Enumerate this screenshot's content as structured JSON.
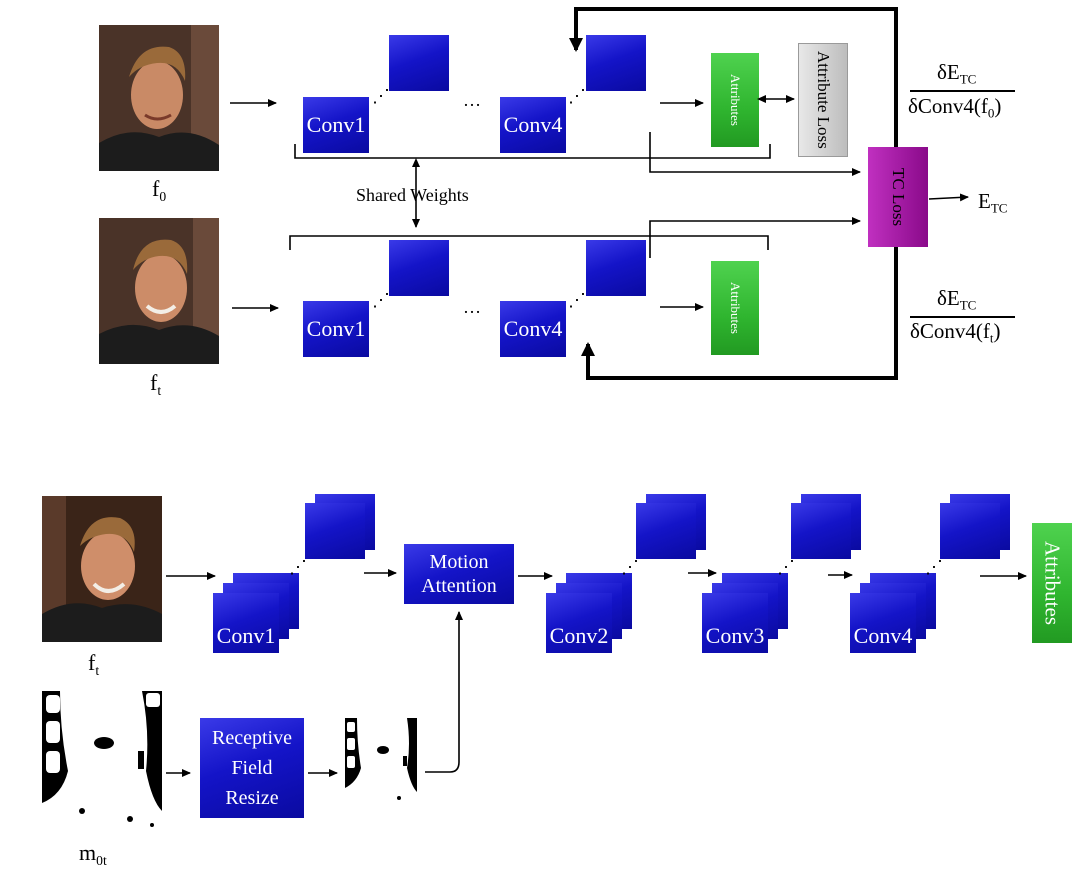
{
  "top": {
    "frame_f0": "f",
    "frame_f0_sub": "0",
    "frame_ft": "f",
    "frame_ft_sub": "t",
    "conv1": "Conv1",
    "conv4": "Conv4",
    "attributes": "Attributes",
    "attribute_loss": "Attribute Loss",
    "shared_weights": "Shared Weights",
    "tc_loss": "TC Loss",
    "e_tc": "E",
    "e_tc_sub": "TC",
    "grad_top_num": "δE",
    "grad_top_num_sub": "TC",
    "grad_top_den": "δConv4(f",
    "grad_top_den_sub": "0",
    "grad_top_den_close": ")",
    "grad_bottom_num": "δE",
    "grad_bottom_num_sub": "TC",
    "grad_bottom_den": "δConv4(f",
    "grad_bottom_den_sub": "t",
    "grad_bottom_den_close": ")"
  },
  "bottom": {
    "frame_ft": "f",
    "frame_ft_sub": "t",
    "mask": "m",
    "mask_sub": "0t",
    "conv1": "Conv1",
    "conv2": "Conv2",
    "conv3": "Conv3",
    "conv4": "Conv4",
    "motion_attention": "Motion Attention",
    "receptive_field_resize": "Receptive Field Resize",
    "attributes": "Attributes"
  },
  "colors": {
    "conv_blue": "#1414c8",
    "attributes_green": "#2fb52f",
    "tc_loss_magenta": "#a010a0",
    "attribute_loss_gray": "#cfcfcf"
  }
}
